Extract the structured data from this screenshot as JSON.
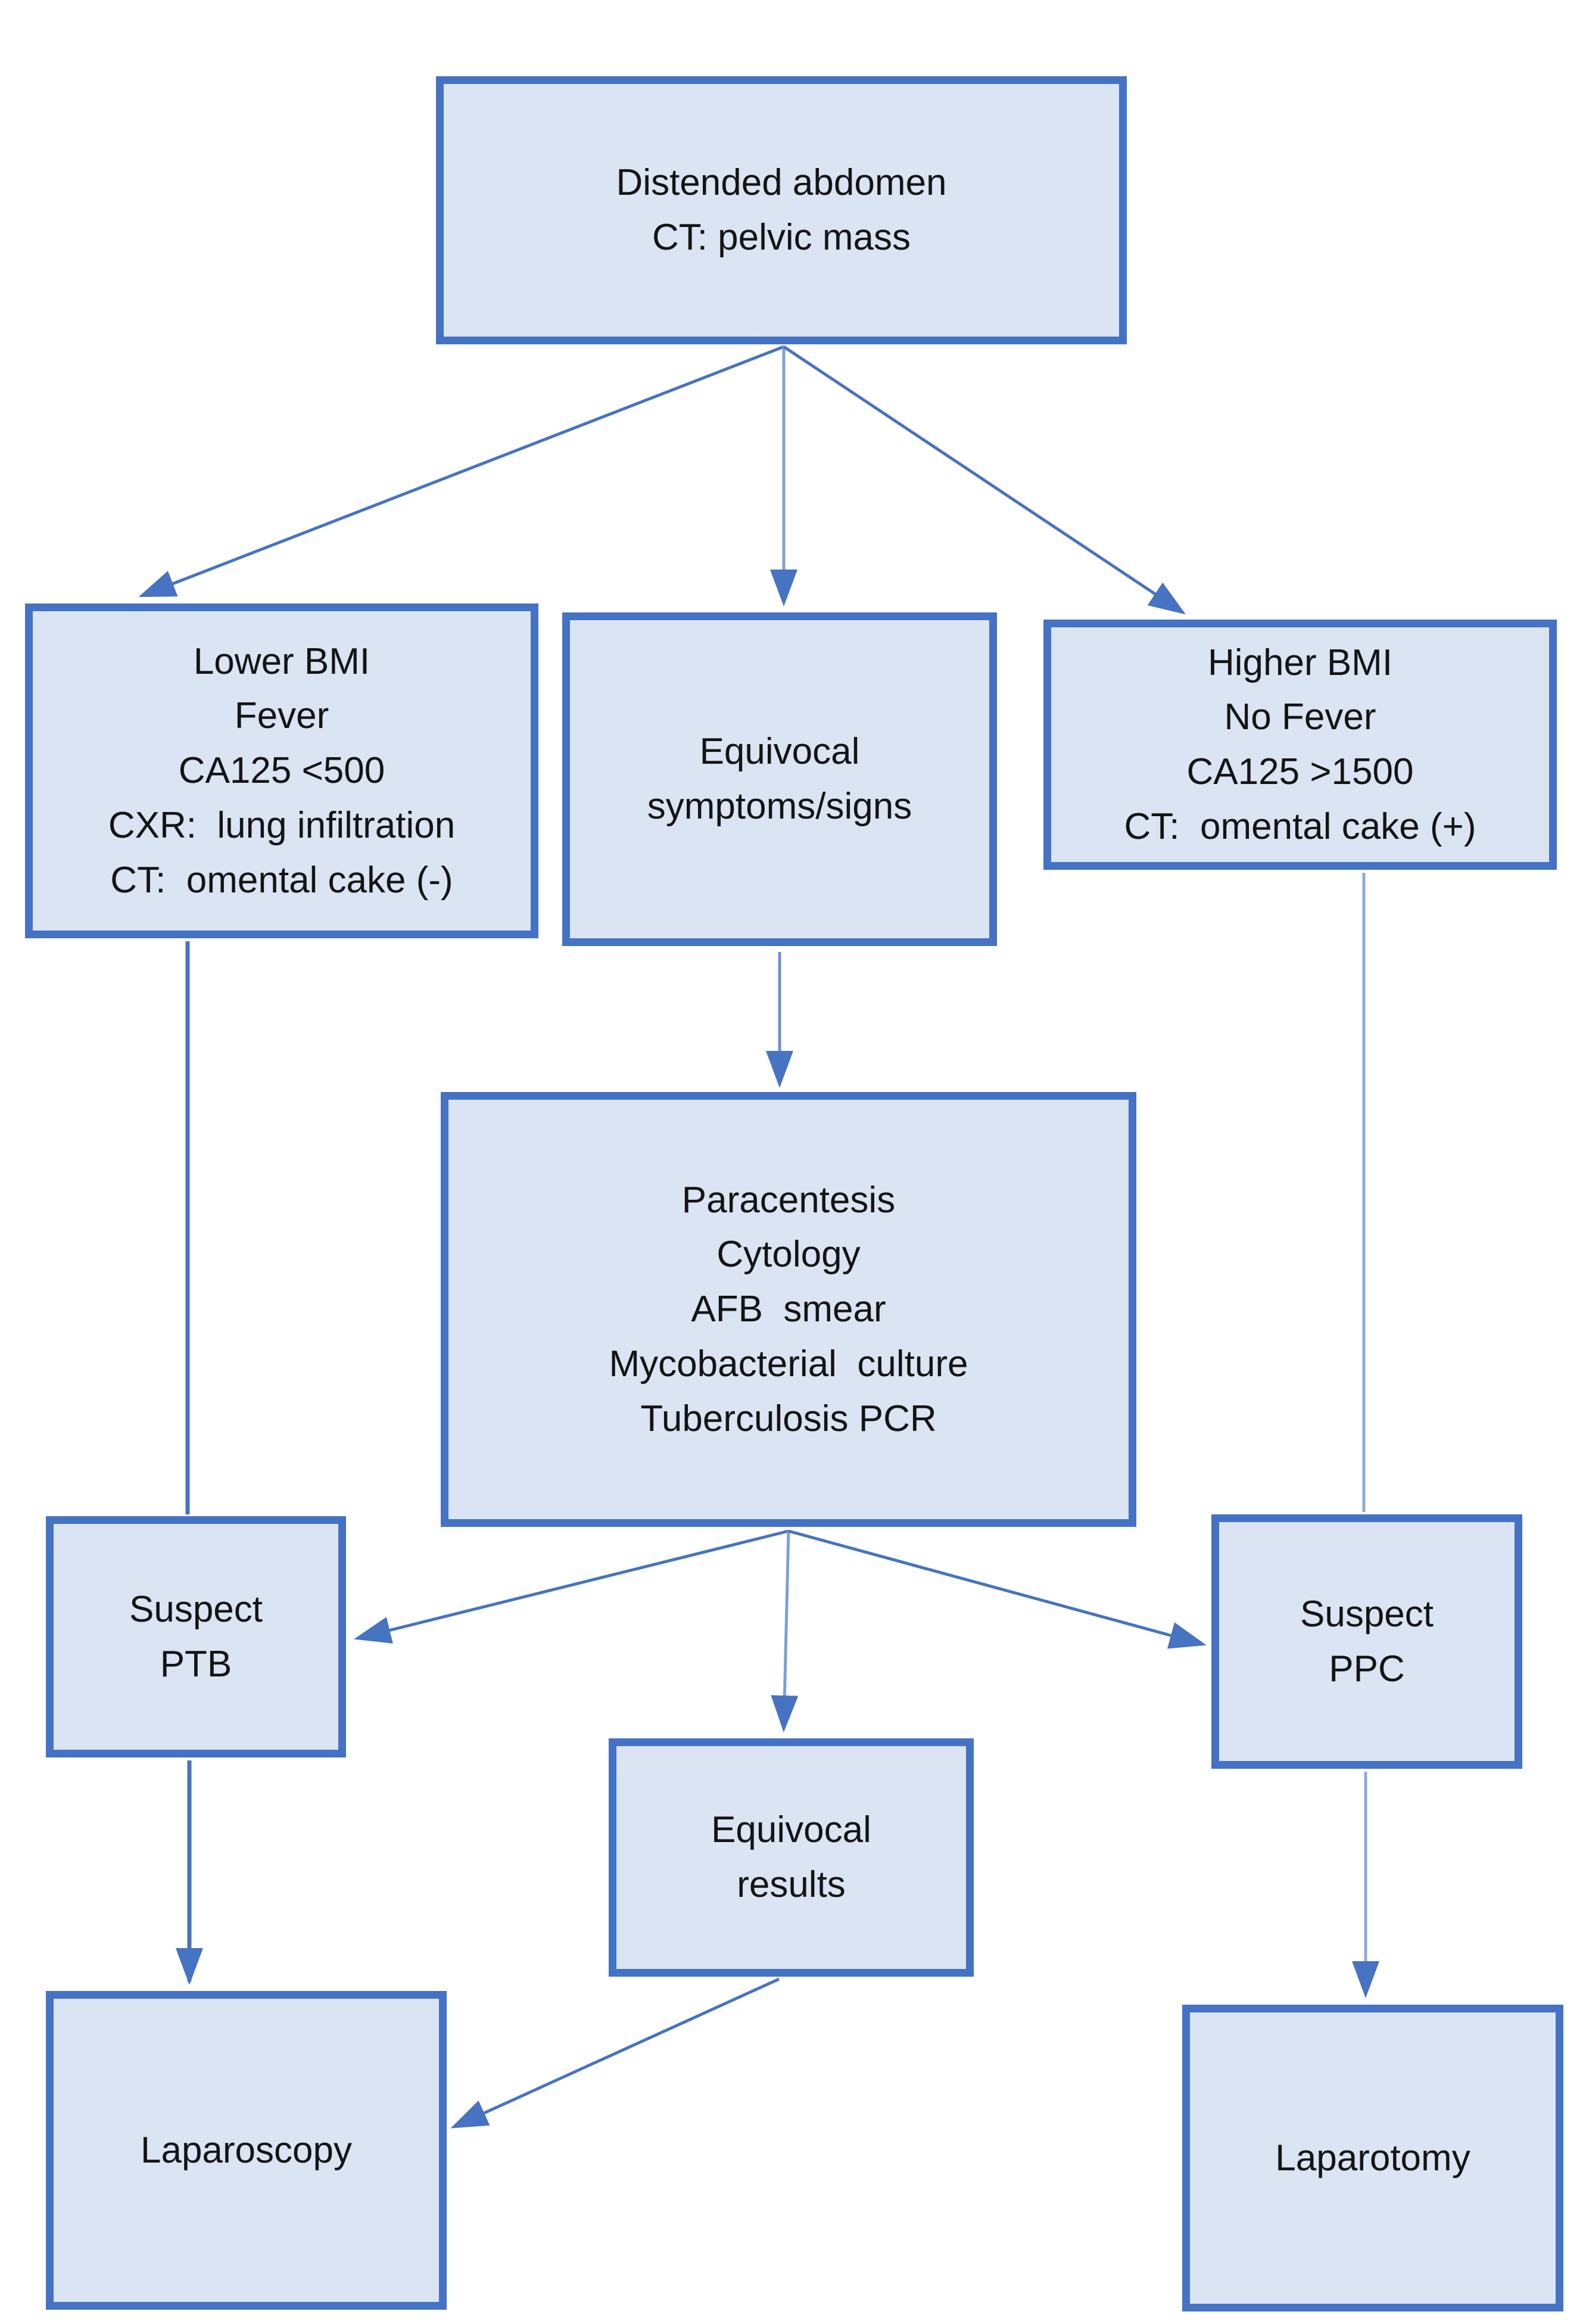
{
  "diagram": {
    "type": "flowchart",
    "colors": {
      "box_fill": "#dae4f3",
      "box_border": "#4472c4",
      "arrow_dark": "#4673c2",
      "arrow_mid": "#6b90d0",
      "arrow_light": "#8fa9dc",
      "text": "#141414",
      "background": "#ffffff"
    },
    "nodes": {
      "distended_abdomen": {
        "label": "Distended abdomen\nCT: pelvic mass"
      },
      "lower_bmi": {
        "label": "Lower BMI\nFever\nCA125 <500\nCXR:  lung infiltration\nCT:  omental cake (-)"
      },
      "equivocal_symptoms": {
        "label": "Equivocal\nsymptoms/signs"
      },
      "higher_bmi": {
        "label": "Higher BMI\nNo Fever\nCA125 >1500\nCT:  omental cake (+)"
      },
      "paracentesis": {
        "label": "Paracentesis\nCytology\nAFB  smear\nMycobacterial  culture\nTuberculosis PCR"
      },
      "suspect_ptb": {
        "label": "Suspect\nPTB"
      },
      "equivocal_results": {
        "label": "Equivocal\nresults"
      },
      "suspect_ppc": {
        "label": "Suspect\nPPC"
      },
      "laparoscopy": {
        "label": "Laparoscopy"
      },
      "laparotomy": {
        "label": "Laparotomy"
      }
    },
    "edges": [
      {
        "from": "distended_abdomen",
        "to": "lower_bmi",
        "arrow": true
      },
      {
        "from": "distended_abdomen",
        "to": "equivocal_symptoms",
        "arrow": true
      },
      {
        "from": "distended_abdomen",
        "to": "higher_bmi",
        "arrow": true
      },
      {
        "from": "equivocal_symptoms",
        "to": "paracentesis",
        "arrow": true
      },
      {
        "from": "lower_bmi",
        "to": "suspect_ptb",
        "arrow": false
      },
      {
        "from": "higher_bmi",
        "to": "suspect_ppc",
        "arrow": false
      },
      {
        "from": "paracentesis",
        "to": "suspect_ptb",
        "arrow": true
      },
      {
        "from": "paracentesis",
        "to": "equivocal_results",
        "arrow": true
      },
      {
        "from": "paracentesis",
        "to": "suspect_ppc",
        "arrow": true
      },
      {
        "from": "suspect_ptb",
        "to": "laparoscopy",
        "arrow": true
      },
      {
        "from": "suspect_ppc",
        "to": "laparotomy",
        "arrow": true
      },
      {
        "from": "equivocal_results",
        "to": "laparoscopy",
        "arrow": true
      }
    ]
  }
}
